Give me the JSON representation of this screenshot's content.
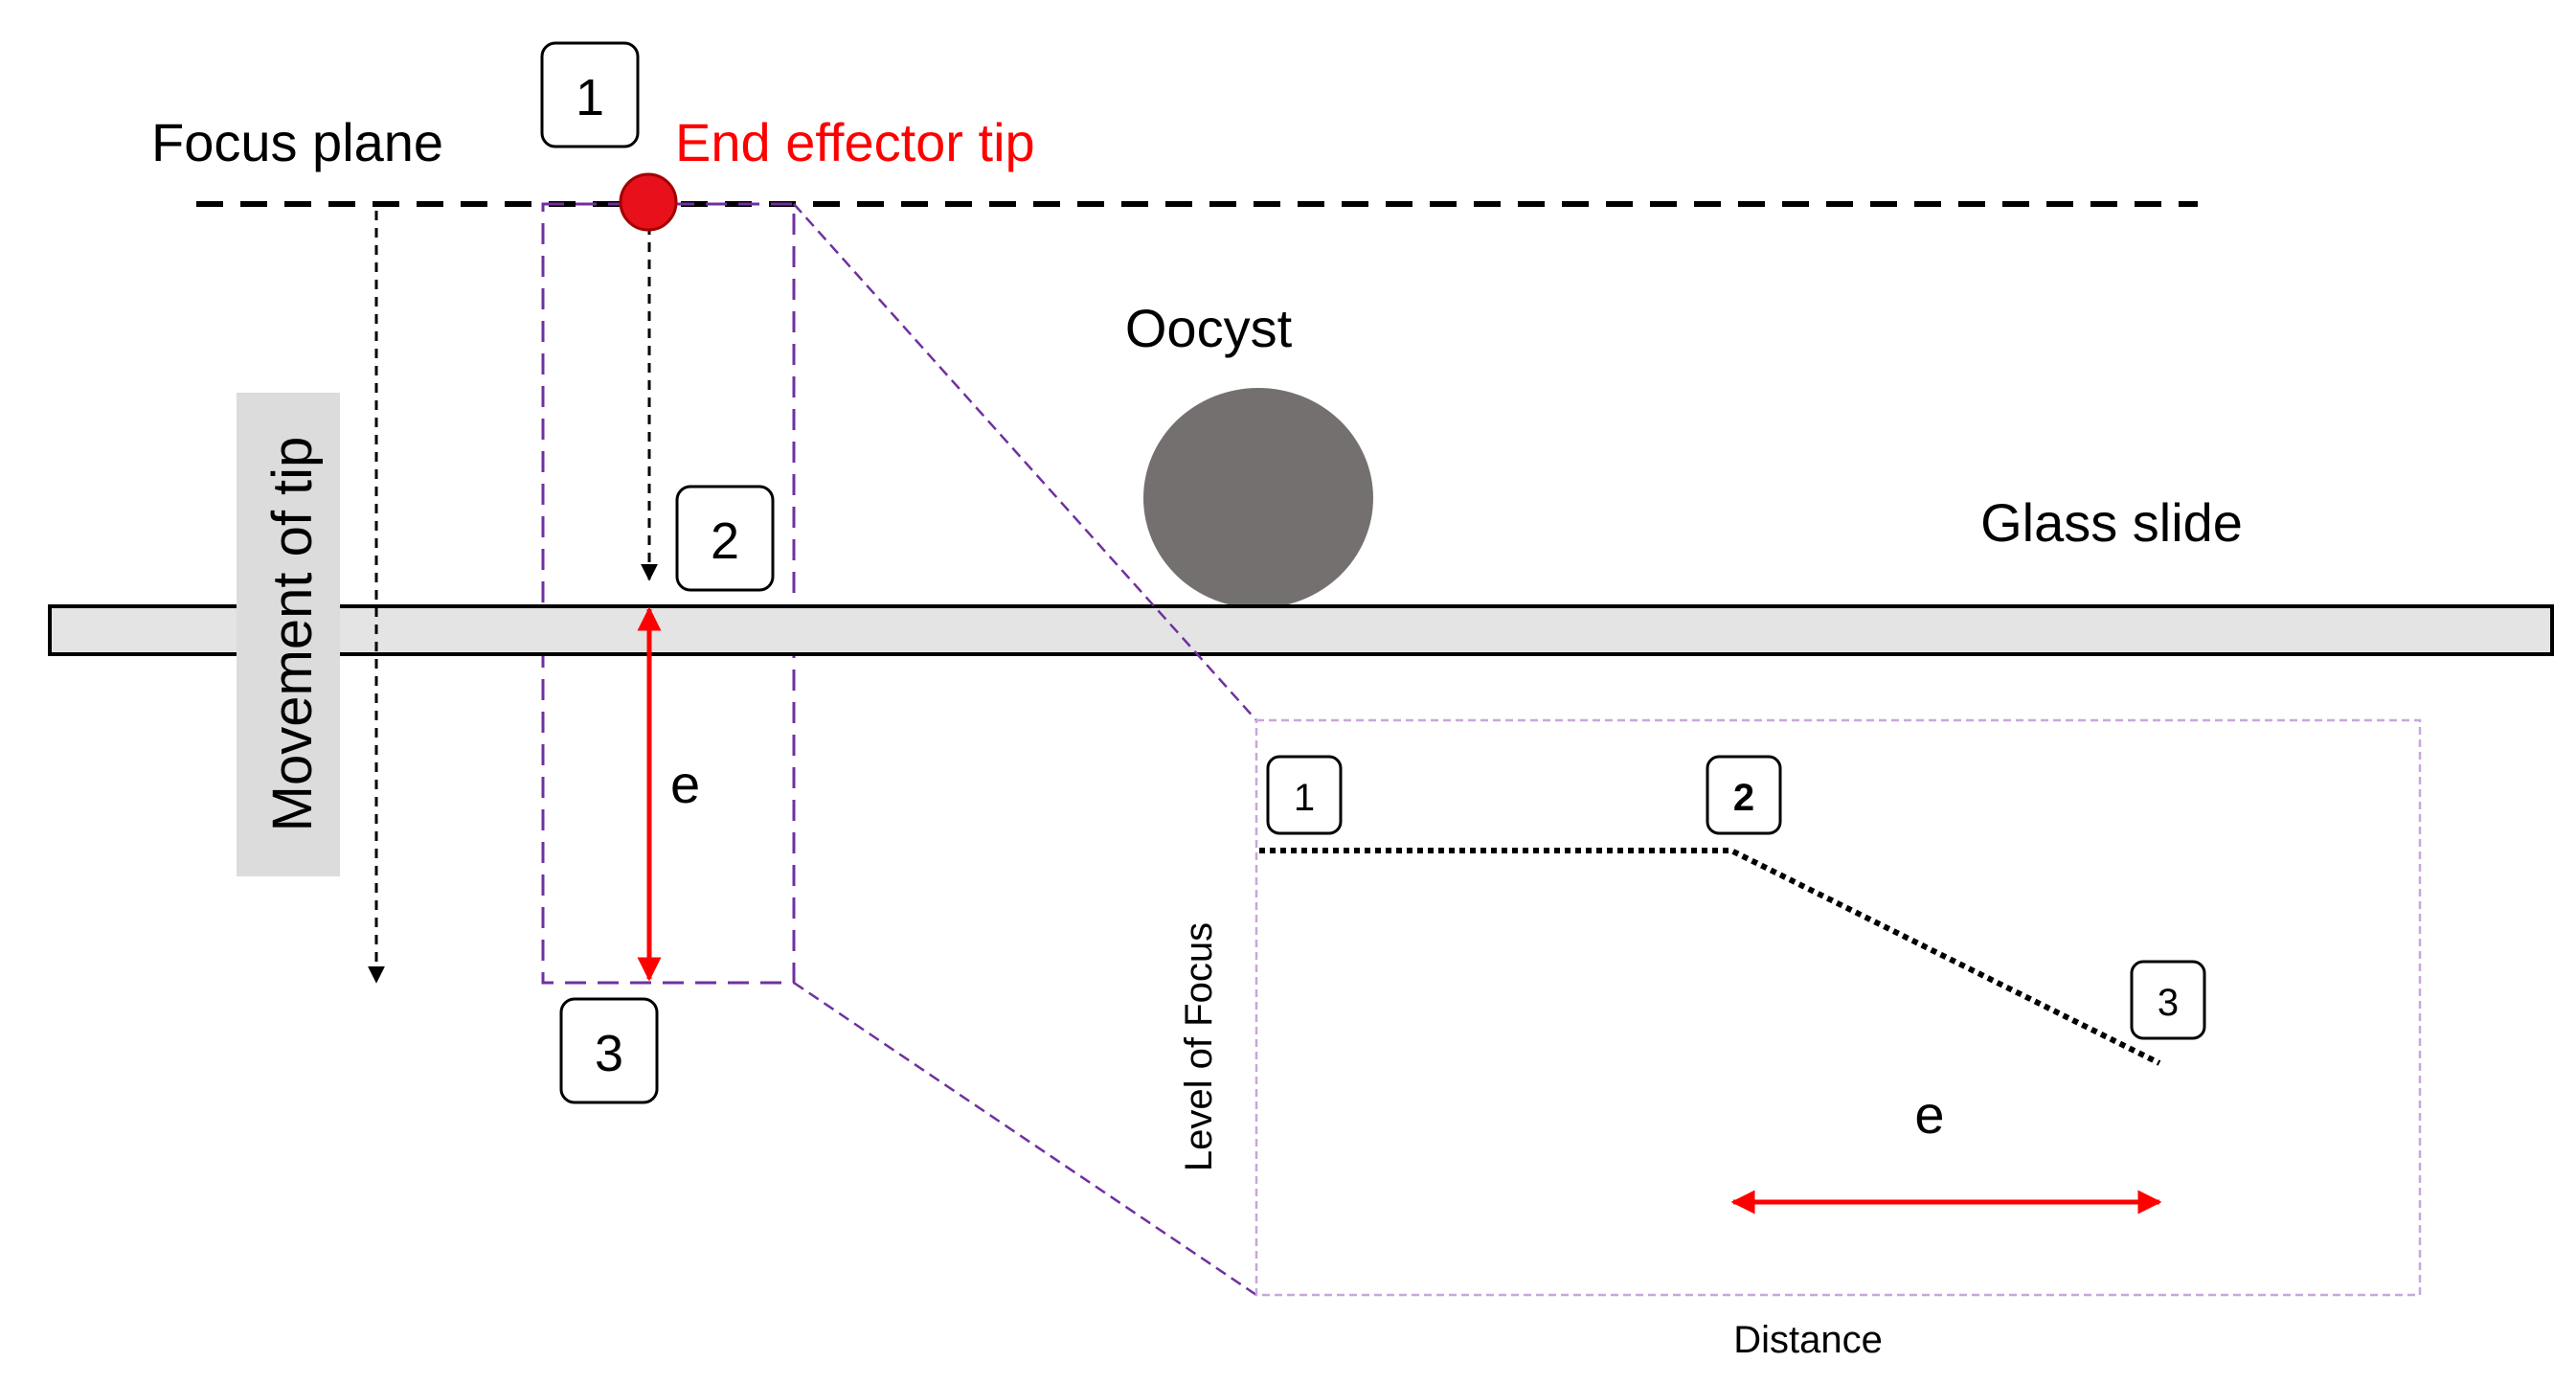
{
  "labels": {
    "focus_plane": "Focus plane",
    "end_effector_tip": "End effector tip",
    "oocyst": "Oocyst",
    "glass_slide": "Glass slide",
    "movement_of_tip": "Movement of tip",
    "e_main": "e",
    "e_inset": "e"
  },
  "steps": {
    "main": [
      "1",
      "2",
      "3"
    ],
    "inset": [
      "1",
      "2",
      "3"
    ]
  },
  "inset_chart": {
    "xlabel": "Distance",
    "ylabel": "Level of Focus"
  },
  "colors": {
    "accent_red": "#ff0000",
    "tip_fill": "#e8101a",
    "oocyst_fill": "#757070",
    "slide_fill": "#e4e4e4",
    "zoom_box": "#7030a0",
    "inset_border": "#c9a6dc",
    "movement_label_bg": "#dcdcdc"
  }
}
